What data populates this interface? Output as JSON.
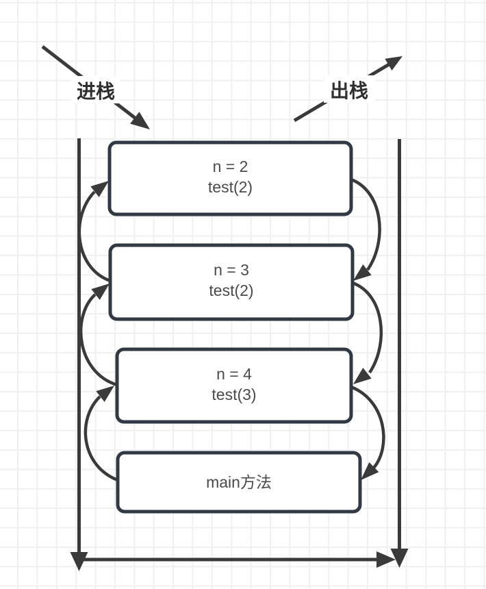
{
  "diagram": {
    "title_semantics": "recursive call stack push/pop diagram",
    "push_label": "进栈",
    "pop_label": "出栈",
    "stack_frames": [
      {
        "id": "frame-n2",
        "lines": [
          "n = 2",
          "test(2)"
        ]
      },
      {
        "id": "frame-n3",
        "lines": [
          "n = 3",
          "test(2)"
        ]
      },
      {
        "id": "frame-n4",
        "lines": [
          "n = 4",
          "test(3)"
        ]
      },
      {
        "id": "frame-main",
        "lines": [
          "main方法"
        ]
      }
    ],
    "colors": {
      "shape_stroke": "#313944",
      "arrow_stroke": "#3a3a3a",
      "frame_text": "#4a4a4a",
      "label_text": "#2f2f2f",
      "grid_line": "#f0f0f0",
      "background": "#ffffff"
    }
  }
}
